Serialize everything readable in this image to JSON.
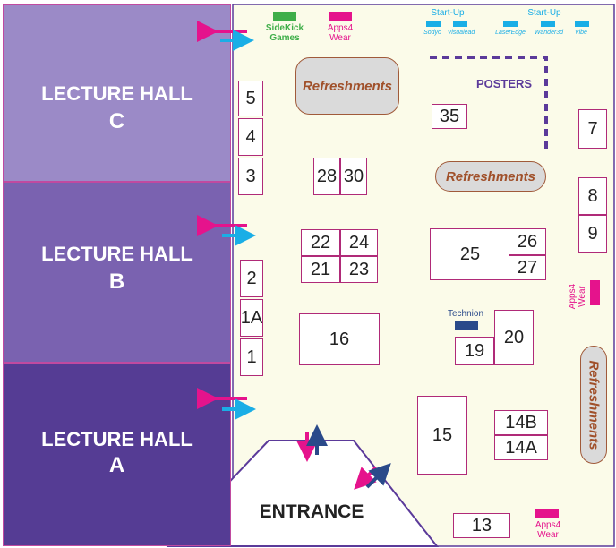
{
  "halls": [
    {
      "line1": "LECTURE HALL",
      "line2": "C",
      "color": "#9b8ac7"
    },
    {
      "line1": "LECTURE HALL",
      "line2": "B",
      "color": "#7a62b0"
    },
    {
      "line1": "LECTURE HALL",
      "line2": "A",
      "color": "#553c94"
    }
  ],
  "booths": {
    "b5": "5",
    "b4": "4",
    "b3": "3",
    "b2": "2",
    "b1a": "1A",
    "b1": "1",
    "b28": "28",
    "b30": "30",
    "b22": "22",
    "b24": "24",
    "b21": "21",
    "b23": "23",
    "b25": "25",
    "b26": "26",
    "b27": "27",
    "b35": "35",
    "b7": "7",
    "b8": "8",
    "b9": "9",
    "b16": "16",
    "b19": "19",
    "b20": "20",
    "b15": "15",
    "b14b": "14B",
    "b14a": "14A",
    "b13": "13"
  },
  "refreshments": {
    "label": "Refreshments"
  },
  "labels": {
    "posters": "POSTERS",
    "entrance": "ENTRANCE",
    "sidekick": "SideKick\nGames",
    "apps4wear": "Apps4\nWear",
    "technion": "Technion",
    "startup": "Start-Up",
    "startup_left": [
      "Sodyo",
      "Visualead"
    ],
    "startup_right": [
      "LaserEdge",
      "Wander3d",
      "Vibe"
    ]
  },
  "colors": {
    "floor": "#fbfbe9",
    "magenta": "#e5138c",
    "cyan": "#1aaee6",
    "navy": "#2a4a8a",
    "green": "#3fae49",
    "purple_line": "#5b3a9a",
    "poster_dashes": "#5b3a9a"
  }
}
